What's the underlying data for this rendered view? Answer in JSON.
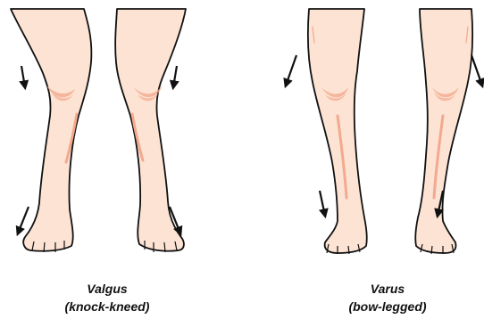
{
  "colors": {
    "skin": "#fde3d3",
    "shade": "#f3a98f",
    "outline": "#111111",
    "background": "#ffffff"
  },
  "left_panel": {
    "name": "Valgus",
    "description": "(knock-kneed)",
    "arrow_icons": [
      "arrow-down-icon",
      "arrow-down-icon",
      "arrow-down-left-icon",
      "arrow-down-right-icon"
    ]
  },
  "right_panel": {
    "name": "Varus",
    "description": "(bow-legged)",
    "arrow_icons": [
      "arrow-down-left-icon",
      "arrow-down-right-icon",
      "arrow-down-icon",
      "arrow-down-icon"
    ]
  }
}
